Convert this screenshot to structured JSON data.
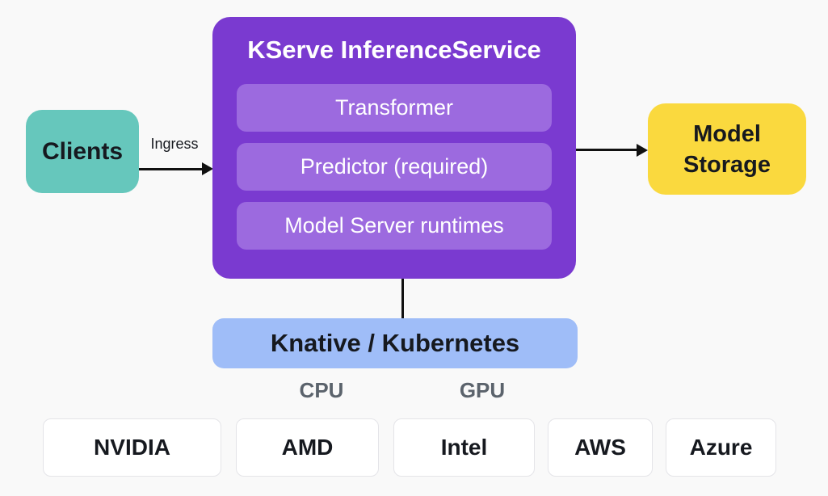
{
  "diagram": {
    "clients": {
      "label": "Clients"
    },
    "ingress": {
      "label": "Ingress"
    },
    "kserve": {
      "title": "KServe InferenceService",
      "components": [
        {
          "label": "Transformer"
        },
        {
          "label": "Predictor (required)"
        },
        {
          "label": "Model Server runtimes"
        }
      ]
    },
    "model_storage": {
      "label": "Model Storage"
    },
    "platform": {
      "label": "Knative / Kubernetes"
    },
    "hardware_labels": [
      {
        "label": "CPU"
      },
      {
        "label": "GPU"
      }
    ],
    "vendors": [
      {
        "label": "NVIDIA"
      },
      {
        "label": "AMD"
      },
      {
        "label": "Intel"
      },
      {
        "label": "AWS"
      },
      {
        "label": "Azure"
      }
    ],
    "colors": {
      "background": "#F9F9F9",
      "clients_bg": "#66C7BC",
      "kserve_bg": "#7A3AD0",
      "kserve_inner_bg": "#9C6ADF",
      "storage_bg": "#FAD93E",
      "platform_bg": "#9FBDF8",
      "vendor_bg": "#FFFFFF",
      "vendor_border": "#E4E4E8",
      "text_dark": "#16191F",
      "text_light": "#FFFFFF",
      "text_gray": "#5B636C",
      "arrow": "#111111"
    }
  }
}
